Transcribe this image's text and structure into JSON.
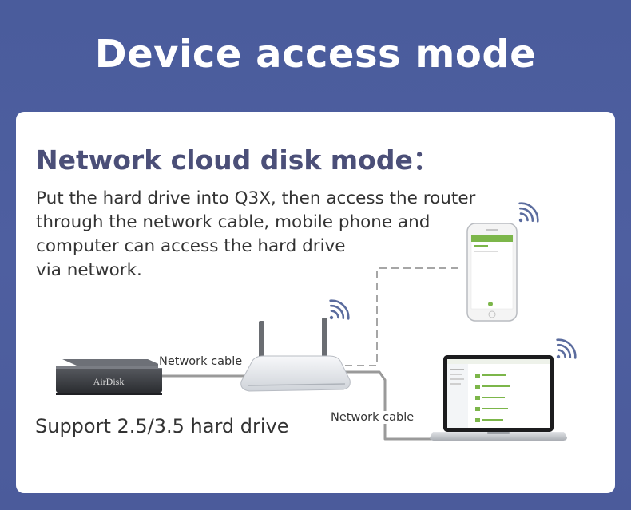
{
  "header": {
    "title": "Device access mode"
  },
  "card": {
    "subtitle": "Network cloud disk mode：",
    "description_lines": [
      "Put the hard drive into Q3X, then access the router",
      "through the network cable, mobile phone and",
      "computer can access the hard drive",
      "via network."
    ],
    "support_text": "Support 2.5/3.5 hard drive"
  },
  "diagram": {
    "cable_label_1": "Network cable",
    "cable_label_2": "Network cable",
    "device_brand": "AirDisk"
  }
}
